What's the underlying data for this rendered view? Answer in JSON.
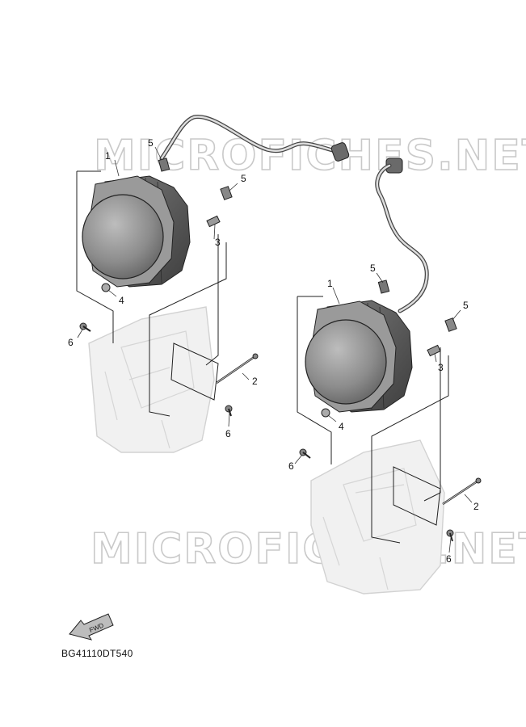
{
  "diagram": {
    "callouts": {
      "left": {
        "p1": "1",
        "p2": "2",
        "p3": "3",
        "p4": "4",
        "p5a": "5",
        "p5b": "5",
        "p6a": "6",
        "p6b": "6"
      },
      "right": {
        "p1": "1",
        "p2": "2",
        "p3": "3",
        "p4": "4",
        "p5a": "5",
        "p5b": "5",
        "p6a": "6",
        "p6b": "6"
      }
    },
    "fwd_label": "FWD",
    "watermark": "MICROFICHES.NET",
    "drawing_code": "BG41110DT540",
    "colors": {
      "line": "#222222",
      "lens": "#8a8a8a",
      "housing": "#5a5a5a",
      "ghost": "#d2d2d2",
      "watermark": "#c9c9c9"
    }
  }
}
